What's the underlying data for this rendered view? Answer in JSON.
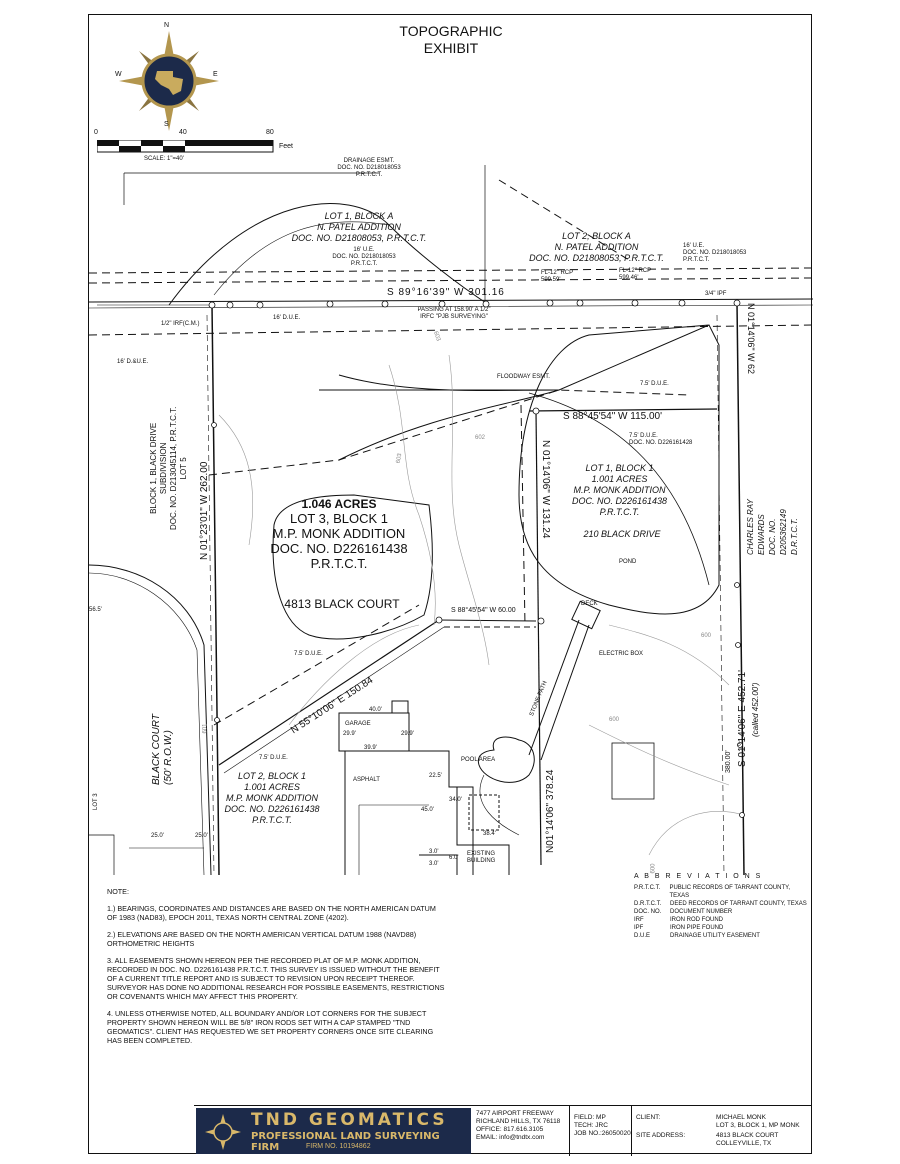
{
  "title": {
    "line1": "TOPOGRAPHIC",
    "line2": "EXHIBIT"
  },
  "compass": {
    "n": "N",
    "s": "S",
    "e": "E",
    "w": "W"
  },
  "scale": {
    "t0": "0",
    "t40": "40",
    "t80": "80",
    "unit": "Feet",
    "caption": "SCALE: 1\"=40'"
  },
  "plat": {
    "drainage_esmt": "DRAINAGE ESMT.\nDOC. NO. D218018053\nP.R.T.C.T.",
    "lot1_patel": "LOT 1, BLOCK A\nN. PATEL ADDITION\nDOC. NO. D21808053, P.R.T.C.T.",
    "lot2_patel": "LOT 2, BLOCK A\nN. PATEL ADDITION\nDOC. NO. D21808053, P.R.T.C.T.",
    "ue_left": "16' U.E.\nDOC. NO. D218018053\nP.R.T.C.T.",
    "ue_right": "16' U.E.\nDOC. NO. D218018053\nP.R.T.C.T.",
    "fl_rcp1": "FL-12\" RCP\n599.59'",
    "fl_rcp2": "FL-12\" RCP\n599.46'",
    "north_bearing": "S 89°16'39\" W 301.16",
    "passing": "PASSING AT 158.90' A 1/2\"\nIRFC \"PJB SURVEYING\"",
    "ipf": "3/4\" IPF",
    "irf": "1/2\" IRF(C.M.)",
    "due16": "16' D.U.E.",
    "due_ue16": "16' D.&U.E.",
    "floodway": "FLOODWAY ESMT.",
    "due75_a": "7.5' D.U.E.",
    "due75_b": "7.5' D.U.E.\nDOC. NO. D226161428",
    "due75_c": "7.5' D.U.E.",
    "due75_d": "7.5' D.U.E.",
    "bearing_s8845": "S 88°45'54\" W 115.00'",
    "lot1_monk": "LOT 1, BLOCK 1\n1.001 ACRES\nM.P. MONK ADDITION\nDOC. NO. D226161438\nP.R.T.C.T.",
    "address_210": "210 BLACK DRIVE",
    "pond": "POND",
    "acres": "1.046 ACRES",
    "lot3": "LOT 3, BLOCK 1\nM.P. MONK ADDITION\nDOC. NO. D226161438\nP.R.T.C.T.",
    "address_4813": "4813 BLACK COURT",
    "bearing_s8845_60": "S 88°45'54\" W 60.00",
    "deck": "DECK",
    "electric_box": "ELECTRIC BOX",
    "stone_path": "STONE PATH",
    "bearing_n55": "N 55°10'06\" E 150.84",
    "garage": "GARAGE",
    "g40": "40.0'",
    "g399": "39.9'",
    "g299a": "29.9'",
    "g299b": "29.9'",
    "pool": "POOL AREA",
    "asphalt": "ASPHALT",
    "d225": "22.5'",
    "d450": "45.0'",
    "d340": "34.0'",
    "d384": "38.4'",
    "d30a": "3.0'",
    "d60": "6.0'",
    "d30b": "3.0'",
    "existing": "EXISTING\nBUILDING",
    "lot2_monk": "LOT 2, BLOCK 1\n1.001 ACRES\nM.P. MONK ADDITION\nDOC. NO. D226161438\nP.R.T.C.T.",
    "lot3_left": "LOT 3",
    "d250a": "25.0'",
    "d250b": "25.0'",
    "d565": "56.5'",
    "black_court": "BLACK COURT\n(50' R.O.W.)",
    "block1_black_drive": "BLOCK 1, BLACK DRIVE\nSUBDIVISION\nDOC. NO. D213045114, P.R.T.C.T.\nLOT 5",
    "west_bearing": "N 01°23'01\" W 262.00",
    "east_bearing_top": "N 01°14'06\" W 62",
    "mid_bearing": "N 01°14'06\" W 131.24",
    "lower_bearing": "N01°14'06\" 378.24",
    "east_bearing": "S 01°14'06\" E 452.71'",
    "called": "(called 452.00')",
    "d380": "380.00'",
    "charles": "CHARLES RAY EDWARDS\nDOC. NO. D205362149 D.R.T.C.T.",
    "c603a": "603",
    "c603b": "603",
    "c602": "602",
    "c601": "601",
    "c600a": "600",
    "c600b": "600",
    "c600c": "600"
  },
  "abbreviations": {
    "header": "A B B R E V I A T I O N S",
    "rows": [
      {
        "abbr": "P.R.T.C.T.",
        "meaning": "PUBLIC RECORDS OF TARRANT COUNTY, TEXAS"
      },
      {
        "abbr": "D.R.T.C.T.",
        "meaning": "DEED RECORDS OF TARRANT COUNTY, TEXAS"
      },
      {
        "abbr": "DOC. NO.",
        "meaning": "DOCUMENT NUMBER"
      },
      {
        "abbr": "IRF",
        "meaning": "IRON ROD FOUND"
      },
      {
        "abbr": "IPF",
        "meaning": "IRON PIPE FOUND"
      },
      {
        "abbr": "D.U.E",
        "meaning": "DRAINAGE UTILITY EASEMENT"
      }
    ]
  },
  "notes": {
    "heading": "NOTE:",
    "n1": "1.) BEARINGS, COORDINATES AND DISTANCES ARE BASED ON THE NORTH AMERICAN DATUM OF 1983 (NAD83), EPOCH 2011, TEXAS NORTH CENTRAL ZONE (4202).",
    "n2": "2.) ELEVATIONS ARE BASED ON THE NORTH AMERICAN VERTICAL DATUM 1988 (NAVD88) ORTHOMETRIC HEIGHTS",
    "n3": "3. ALL EASEMENTS SHOWN HEREON PER THE RECORDED PLAT OF M.P. MONK ADDITION, RECORDED IN DOC. NO. D226161438 P.R.T.C.T. THIS SURVEY IS ISSUED WITHOUT THE BENEFIT OF A CURRENT TITLE REPORT AND IS SUBJECT TO REVISION UPON RECEIPT THEREOF. SURVEYOR HAS DONE NO ADDITIONAL RESEARCH FOR POSSIBLE EASEMENTS, RESTRICTIONS OR COVENANTS WHICH MAY AFFECT THIS PROPERTY.",
    "n4": "4. UNLESS OTHERWISE NOTED, ALL BOUNDARY AND/OR LOT CORNERS FOR THE SUBJECT PROPERTY SHOWN HEREON WILL BE 5/8\" IRON RODS SET WITH A CAP STAMPED \"TND GEOMATICS\". CLIENT HAS REQUESTED WE SET PROPERTY CORNERS ONCE SITE CLEARING HAS BEEN COMPLETED."
  },
  "footer": {
    "company": "TND GEOMATICS",
    "tagline": "PROFESSIONAL LAND SURVEYING FIRM",
    "firm_no": "FIRM NO. 10194862",
    "address": "7477 AIRPORT FREEWAY\nRICHLAND HILLS, TX 76118\nOFFICE: 817.616.3105\nEMAIL: info@tndtx.com",
    "field": "FIELD: MP\nTECH: JRC\nJOB NO.:26050020",
    "client_label": "CLIENT:",
    "site_label": "SITE ADDRESS:",
    "client_value": "MICHAEL MONK\nLOT 3, BLOCK 1, MP MONK",
    "site_value": "4813 BLACK COURT\nCOLLEYVILLE, TX"
  },
  "colors": {
    "banner": "#1c2a4a",
    "gold": "#d9b86a",
    "ink": "#111111",
    "contour": "#9a9a9a"
  }
}
